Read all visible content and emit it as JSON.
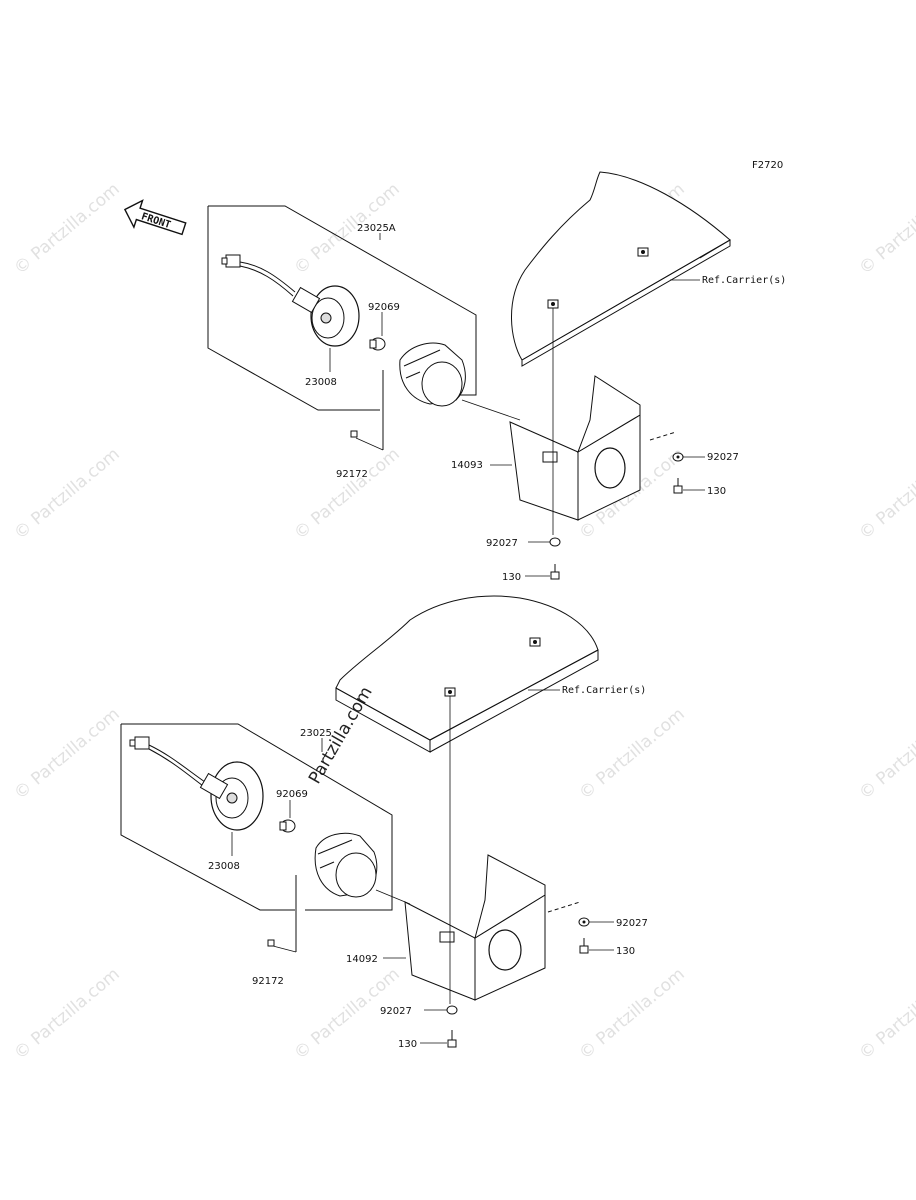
{
  "figure_code": "F2720",
  "front_label": "FRONT",
  "watermark": "© Partzilla.com",
  "watermark_center": "Partzilla.com",
  "top_assembly": {
    "lamp_assembly": "23025A",
    "socket": "23008",
    "bulb": "92069",
    "screw": "92172",
    "bracket": "14093",
    "washer_right": "92027",
    "bolt_right": "130",
    "washer_bottom": "92027",
    "bolt_bottom": "130",
    "ref_carrier": "Ref.Carrier(s)"
  },
  "bottom_assembly": {
    "lamp_assembly": "23025",
    "socket": "23008",
    "bulb": "92069",
    "screw": "92172",
    "bracket": "14092",
    "washer_right": "92027",
    "bolt_right": "130",
    "washer_bottom": "92027",
    "bolt_bottom": "130",
    "ref_carrier": "Ref.Carrier(s)"
  }
}
